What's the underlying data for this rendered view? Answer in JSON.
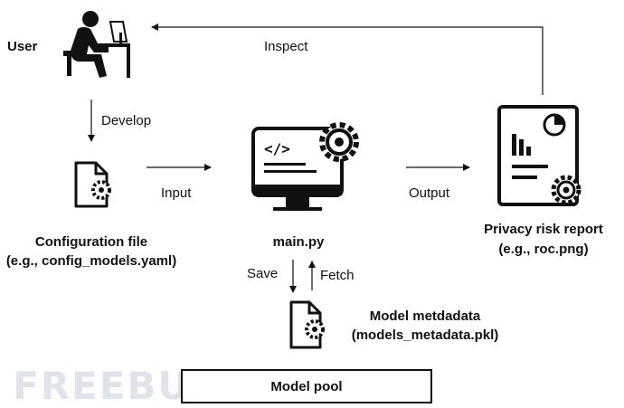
{
  "nodes": {
    "user": {
      "label": "User"
    },
    "config": {
      "title": "Configuration file",
      "subtitle": "(e.g., config_models.yaml)"
    },
    "main": {
      "label": "main.py"
    },
    "report": {
      "title": "Privacy risk report",
      "subtitle": "(e.g., roc.png)"
    },
    "metadata": {
      "title": "Model metdadata",
      "subtitle": "(models_metadata.pkl)"
    },
    "pool": {
      "label": "Model pool"
    }
  },
  "edges": {
    "develop": "Develop",
    "input": "Input",
    "output": "Output",
    "inspect": "Inspect",
    "save": "Save",
    "fetch": "Fetch"
  },
  "watermark": "FREEBUF"
}
